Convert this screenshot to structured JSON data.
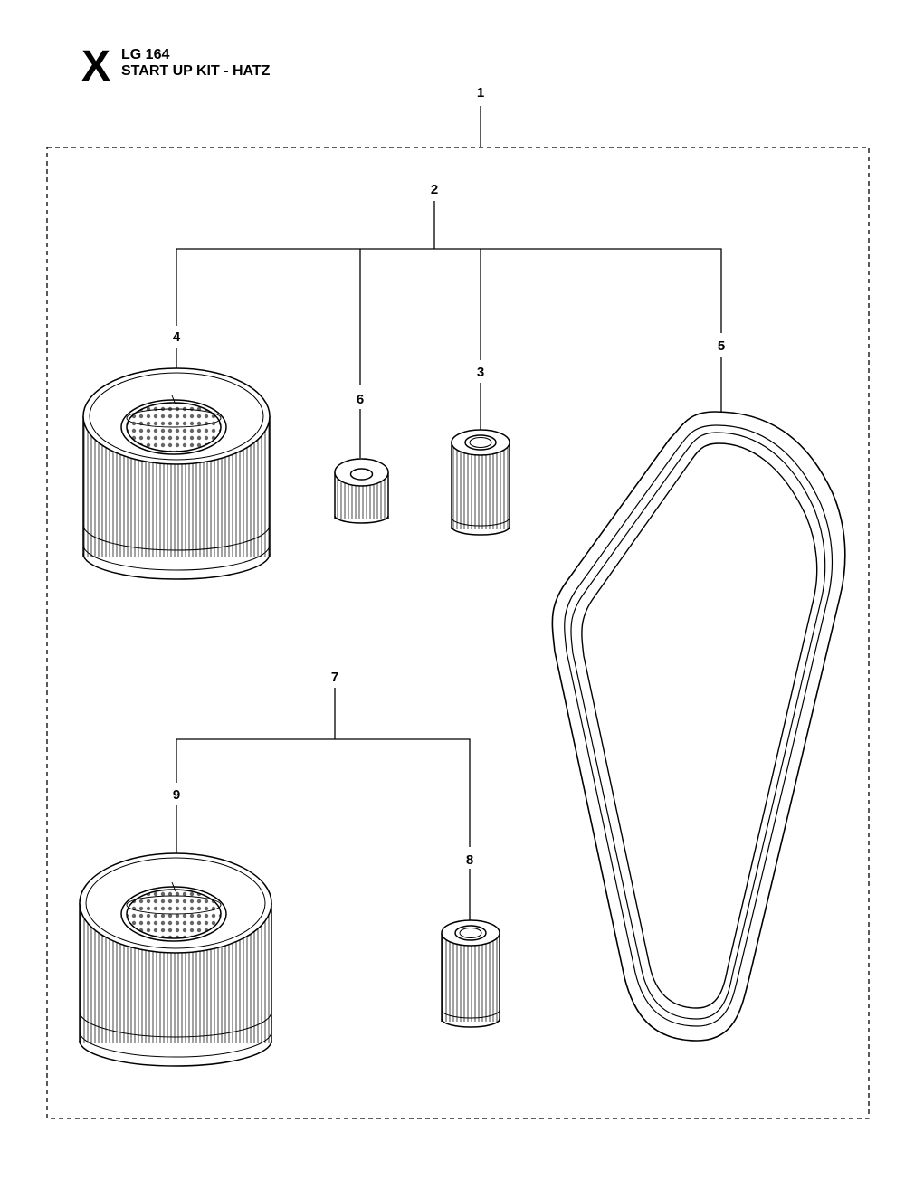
{
  "header": {
    "section_letter": "X",
    "model": "LG 164",
    "title": "START UP KIT - HATZ"
  },
  "callouts": [
    "1",
    "2",
    "3",
    "4",
    "5",
    "6",
    "7",
    "8",
    "9"
  ]
}
